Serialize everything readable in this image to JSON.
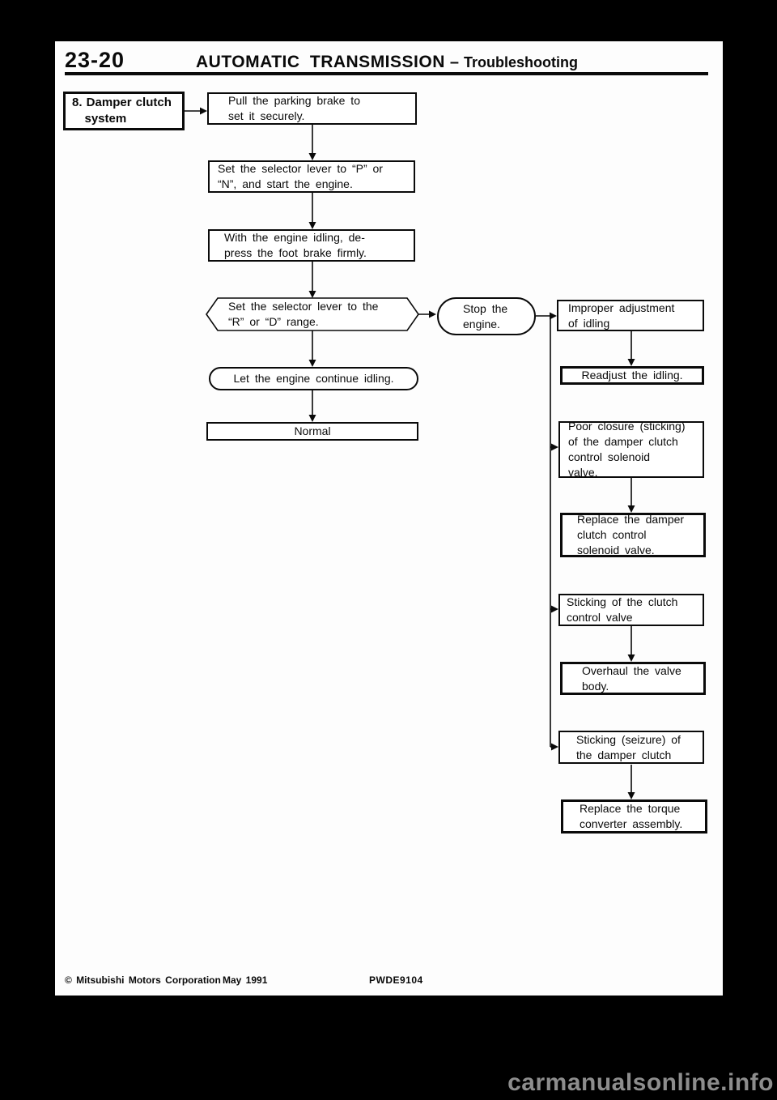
{
  "header": {
    "page_number": "23-20",
    "title": "AUTOMATIC TRANSMISSION",
    "separator": "–",
    "section": "Troubleshooting"
  },
  "flowchart": {
    "start": "8. Damper clutch\n   system",
    "steps": {
      "pull_brake": "Pull the parking brake to\nset it securely.",
      "selector_pn": "Set the selector lever to “P” or\n“N”, and start the engine.",
      "engine_idling": "With the engine idling, de-\npress the foot brake firmly.",
      "selector_rd": "Set the selector lever to the\n“R” or “D” range.",
      "stop_engine": "Stop the\nengine.",
      "continue_idling": "Let the engine continue idling.",
      "normal": "Normal"
    },
    "causes": {
      "improper_idling": "Improper adjustment\nof idling",
      "poor_closure": "Poor closure (sticking)\nof the damper clutch\ncontrol solenoid\nvalve.",
      "sticking_clutch_valve": "Sticking of the clutch\ncontrol valve",
      "sticking_damper_clutch": "Sticking (seizure) of\nthe damper clutch"
    },
    "remedies": {
      "readjust_idling": "Readjust the idling.",
      "replace_solenoid": "Replace the damper\nclutch control\nsolenoid valve.",
      "overhaul_valve_body": "Overhaul the valve\nbody.",
      "replace_torque_converter": "Replace the torque\nconverter assembly."
    }
  },
  "footer": {
    "copyright": "© Mitsubishi Motors Corporation",
    "date": "May 1991",
    "doc_code": "PWDE9104"
  },
  "watermark": "carmanualsonline.info"
}
